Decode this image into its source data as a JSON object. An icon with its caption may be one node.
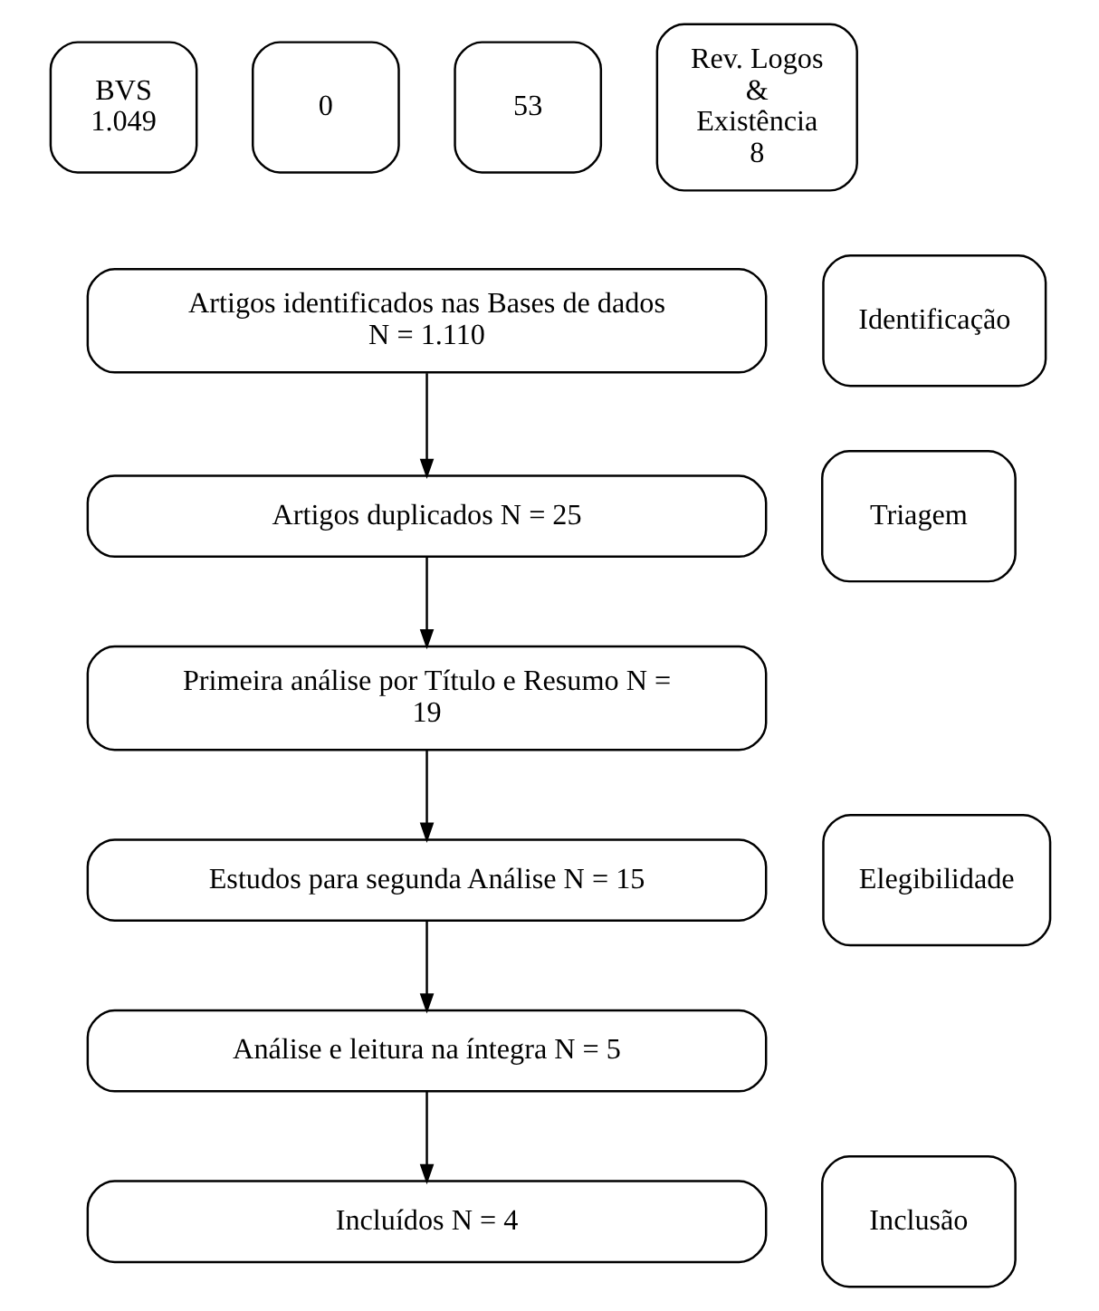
{
  "diagram": {
    "nodes": [
      {
        "text": [
          "BVS 1.049"
        ]
      },
      {
        "text": [
          "0"
        ]
      },
      {
        "text": [
          "53"
        ]
      },
      {
        "text": [
          "Rev. Logos & Existência 8"
        ]
      },
      {
        "text": [
          "Artigos identificados nas Bases de dados N = 1.110"
        ]
      },
      {
        "text": [
          "Identificação"
        ]
      },
      {
        "text": [
          "Artigos duplicados N = 25"
        ]
      },
      {
        "text": [
          "Triagem"
        ]
      },
      {
        "text": [
          "Primeira análise por Título e Resumo N = 19"
        ]
      },
      {
        "text": [
          "Estudos para segunda Análise N = 15"
        ]
      },
      {
        "text": [
          "Elegibilidade"
        ]
      },
      {
        "text": [
          "Análise e leitura na íntegra N = 5"
        ]
      },
      {
        "text": [
          "Incluídos N = 4"
        ]
      },
      {
        "text": [
          "Inclusão"
        ]
      }
    ],
    "edges": [
      {
        "from": 4,
        "to": 6,
        "arrow": "to"
      },
      {
        "from": 6,
        "to": 8,
        "arrow": "to"
      },
      {
        "from": 8,
        "to": 9,
        "arrow": "to"
      },
      {
        "from": 9,
        "to": 11,
        "arrow": "to"
      },
      {
        "from": 11,
        "to": 12,
        "arrow": "to"
      }
    ]
  }
}
